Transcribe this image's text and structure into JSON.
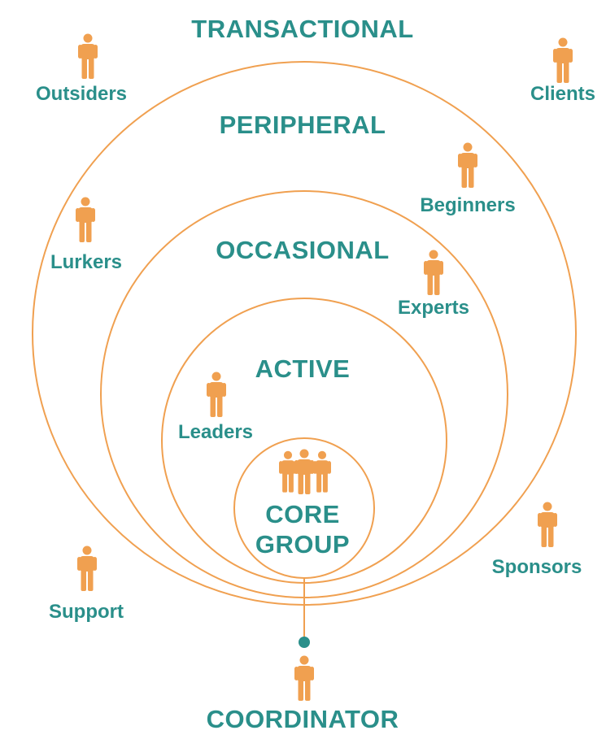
{
  "colors": {
    "teal": "#2a8f8a",
    "orange": "#f0a050"
  },
  "levels": {
    "transactional": "TRANSACTIONAL",
    "peripheral": "PERIPHERAL",
    "occasional": "OCCASIONAL",
    "active": "ACTIVE",
    "core_line1": "CORE",
    "core_line2": "GROUP"
  },
  "roles": {
    "outsiders": "Outsiders",
    "clients": "Clients",
    "beginners": "Beginners",
    "lurkers": "Lurkers",
    "experts": "Experts",
    "leaders": "Leaders",
    "sponsors": "Sponsors",
    "support": "Support",
    "coordinator": "COORDINATOR"
  },
  "icons": {
    "person": "person-icon",
    "group": "group-icon"
  }
}
